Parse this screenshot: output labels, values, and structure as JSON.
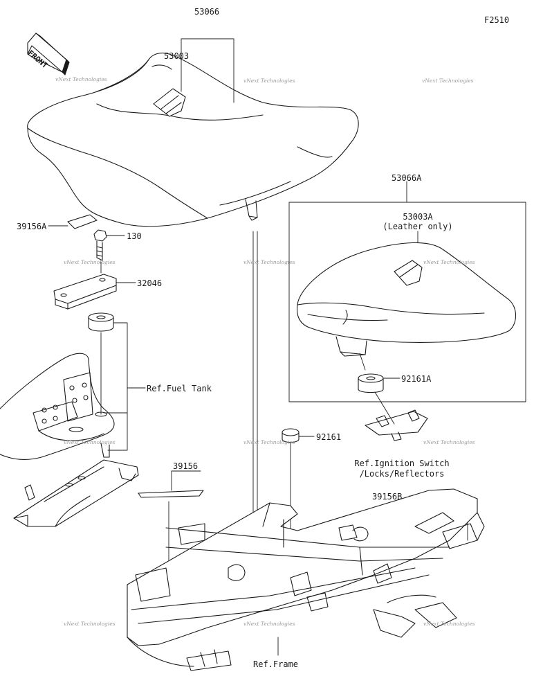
{
  "figure_code": "F2510",
  "front_label": "FRONT",
  "parts": {
    "p53066": "53066",
    "p53003": "53003",
    "p53066A": "53066A",
    "p53003A": "53003A",
    "leather_note": "(Leather only)",
    "p39156A": "39156A",
    "p130": "130",
    "p32046": "32046",
    "ref_fuel_tank": "Ref.Fuel Tank",
    "p92161A": "92161A",
    "p92161": "92161",
    "ref_ignition_line1": "Ref.Ignition Switch",
    "ref_ignition_line2": "/Locks/Reflectors",
    "p39156": "39156",
    "p39156B": "39156B",
    "ref_frame": "Ref.Frame"
  },
  "watermark": "vNext Technologies",
  "colors": {
    "line": "#1a1a1a",
    "watermark": "#9a9a9a"
  }
}
